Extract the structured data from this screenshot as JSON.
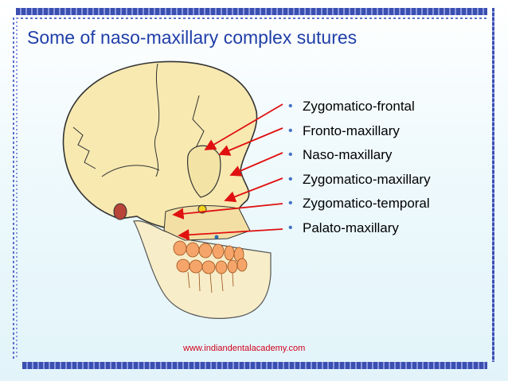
{
  "slide": {
    "title": "Some of naso-maxillary complex sutures",
    "bullet_icon": "•",
    "bullets": [
      "Zygomatico-frontal",
      "Fronto-maxillary",
      "Naso-maxillary",
      "Zygomatico-maxillary",
      "Zygomatico-temporal",
      "Palato-maxillary"
    ],
    "footer": "www.indiandentalacademy.com"
  },
  "colors": {
    "title": "#1f3fa8",
    "arrows": "#e01010",
    "bone": "#f7e9b0",
    "teeth": "#f6a56a",
    "bullet": "#4472c4",
    "footer": "#d0021b"
  }
}
